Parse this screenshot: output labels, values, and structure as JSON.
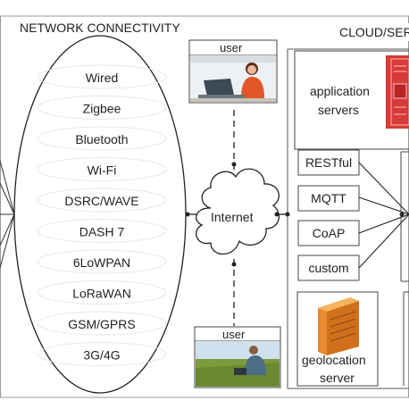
{
  "sections": {
    "network_title": "NETWORK CONNECTIVITY",
    "cloud_title": "CLOUD/SER"
  },
  "protocols": [
    "Wired",
    "Zigbee",
    "Bluetooth",
    "Wi-Fi",
    "DSRC/WAVE",
    "DASH 7",
    "6LoWPAN",
    "LoRaWAN",
    "GSM/GPRS",
    "3G/4G"
  ],
  "internet_label": "Internet",
  "users": {
    "top_label": "user",
    "bottom_label": "user"
  },
  "cloud": {
    "app_servers_line1": "application",
    "app_servers_line2": "servers",
    "apis": [
      "RESTful",
      "MQTT",
      "CoAP",
      "custom"
    ],
    "geolocation_line1": "geolocation",
    "geolocation_line2": "server"
  },
  "colors": {
    "server_red": "#d83a3a",
    "server_orange": "#e88a2e",
    "line": "#333333",
    "cloud_fill": "#ffffff"
  }
}
